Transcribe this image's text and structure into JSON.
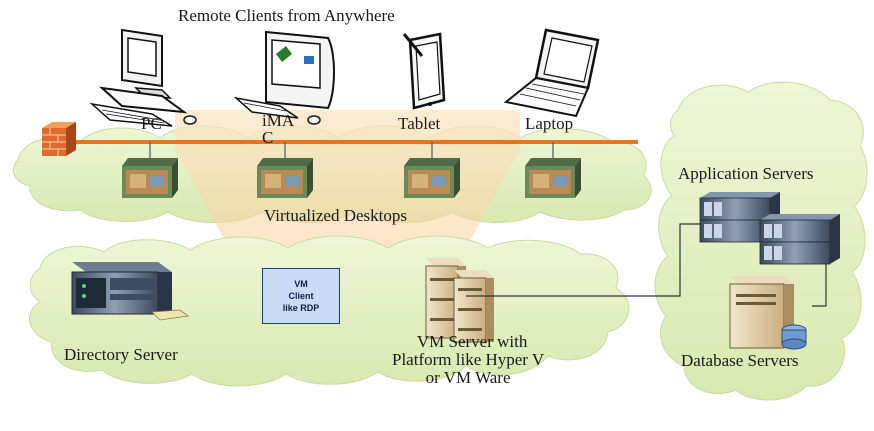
{
  "header": {
    "title": "Remote Clients from Anywhere"
  },
  "clients": [
    {
      "label": "PC",
      "icon": "desktop-pc-icon"
    },
    {
      "label": "iMA\nC",
      "icon": "imac-icon"
    },
    {
      "label": "Tablet",
      "icon": "tablet-icon"
    },
    {
      "label": "Laptop",
      "icon": "laptop-icon"
    }
  ],
  "zones": {
    "virtual_desktops": "Virtualized Desktops",
    "directory_server": "Directory Server",
    "vm_client": {
      "line1": "VM",
      "line2": "Client",
      "line3": "like RDP"
    },
    "vm_server": {
      "line1": "VM Server with",
      "line2": "Platform like Hyper V",
      "line3": "or VM Ware"
    },
    "application_servers": "Application Servers",
    "database_servers": "Database Servers"
  },
  "colors": {
    "cloud_fill": "#e3efc4",
    "network_line": "#e8741f",
    "arrow": "#f8d9a8",
    "vm_box_fill": "#c9dcf5"
  }
}
